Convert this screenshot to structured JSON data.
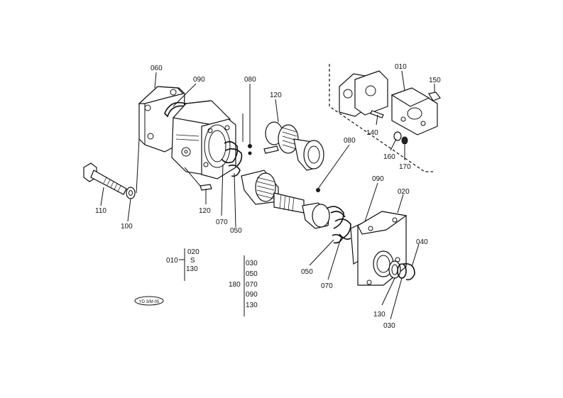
{
  "callouts": {
    "c060": "060",
    "c090a": "090",
    "c080a": "080",
    "c120a": "120",
    "c010a": "010",
    "c150": "150",
    "c140": "140",
    "c160": "160",
    "c170": "170",
    "c080b": "080",
    "c090b": "090",
    "c020a": "020",
    "c110": "110",
    "c100": "100",
    "c120b": "120",
    "c070a": "070",
    "c050a": "050",
    "c040": "040",
    "c050b": "050",
    "c070b": "070",
    "c130a": "130",
    "c030a": "030"
  },
  "groups": {
    "g1": {
      "head": "010",
      "top": "020",
      "sep": "S",
      "bottom": "130"
    },
    "g2": {
      "head": "180",
      "items": [
        "030",
        "050",
        "070",
        "090",
        "130"
      ]
    }
  },
  "figure_code": "YD 3/M-05"
}
